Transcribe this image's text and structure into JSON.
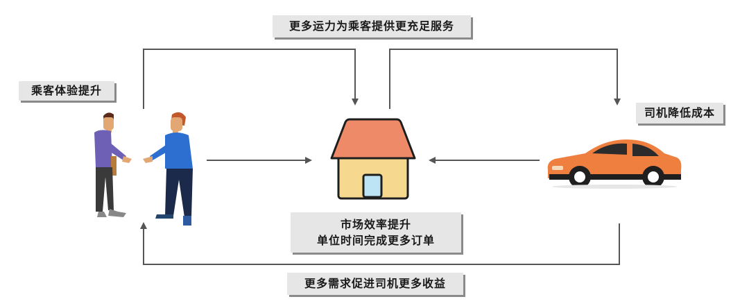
{
  "labels": {
    "top": "更多运力为乘客提供更充足服务",
    "bottom": "更多需求促进司机更多收益",
    "passenger": "乘客体验提升",
    "driver": "司机降低成本",
    "market_line1": "市场效率提升",
    "market_line2": "单位时间完成更多订单"
  },
  "colors": {
    "arrow": "#555555",
    "roof": "#ee8a68",
    "wall": "#f6d98e",
    "door": "#bde4f4",
    "car": "#ef7f3f",
    "label_bg": "#e6e6e6",
    "label_shadow": "#8a8a8a"
  },
  "icons": [
    "handshake-people-illustration",
    "house-icon",
    "car-icon"
  ]
}
